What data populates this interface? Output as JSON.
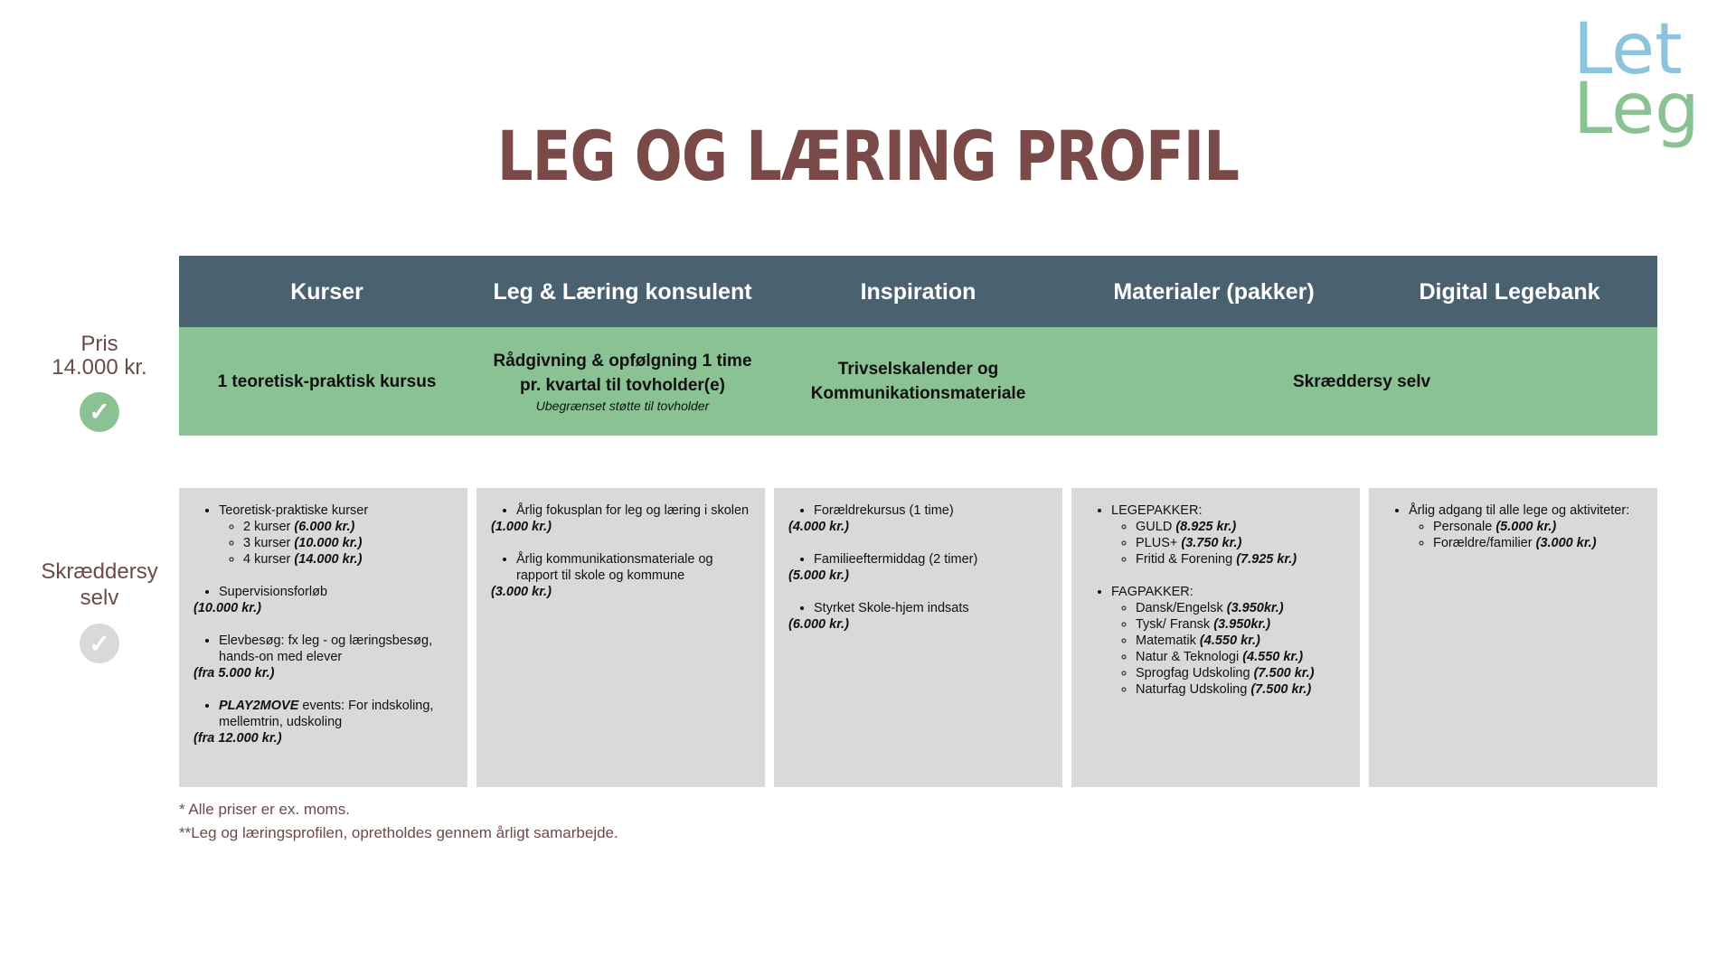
{
  "title": "LEG OG LÆRING PROFIL",
  "logo": {
    "line1": "Let",
    "line2": "Leg"
  },
  "columns": [
    "Kurser",
    "Leg & Læring konsulent",
    "Inspiration",
    "Materialer (pakker)",
    "Digital Legebank"
  ],
  "pris": {
    "label": "Pris",
    "amount": "14.000 kr.",
    "cells": [
      "1 teoretisk-praktisk kursus",
      "Rådgivning & opfølgning 1 time pr. kvartal til tovholder(e)",
      "Trivselskalender og Kommunikationsmateriale",
      "Skræddersy selv"
    ],
    "note": "Ubegrænset støtte til tovholder"
  },
  "custom": {
    "label": "Skræddersy selv",
    "kurser": {
      "i1": "Teoretisk-praktiske kurser",
      "s1": "2 kurser ",
      "s1p": "(6.000 kr.)",
      "s2": "3 kurser ",
      "s2p": "(10.000 kr.)",
      "s3": "4  kurser ",
      "s3p": "(14.000 kr.)",
      "i2": "Supervisionsforløb",
      "i2p": "(10.000 kr.)",
      "i3": "Elevbesøg: fx leg - og læringsbesøg, hands-on med elever",
      "i3p": "(fra 5.000 kr.)",
      "i4b": "PLAY2MOVE",
      "i4": " events:  For indskoling, mellemtrin, udskoling",
      "i4p": "(fra 12.000 kr.)"
    },
    "konsulent": {
      "i1": "Årlig fokusplan for leg og læring i skolen",
      "i1p": "(1.000 kr.)",
      "i2": "Årlig kommunikationsmateriale og rapport til skole og kommune",
      "i2p": "(3.000 kr.)"
    },
    "inspiration": {
      "i1": "Forældrekursus (1 time)",
      "i1p": "(4.000 kr.)",
      "i2": "Familieeftermiddag (2 timer)",
      "i2p": "(5.000 kr.)",
      "i3": "Styrket Skole-hjem indsats",
      "i3p": "(6.000 kr.)"
    },
    "materialer": {
      "h1": "LEGEPAKKER:",
      "a": [
        [
          "GULD ",
          "(8.925 kr.)"
        ],
        [
          "PLUS+ ",
          "(3.750 kr.)"
        ],
        [
          "Fritid & Forening ",
          "(7.925 kr.)"
        ]
      ],
      "h2": "FAGPAKKER:",
      "b": [
        [
          "Dansk/Engelsk ",
          "(3.950kr.)"
        ],
        [
          "Tysk/ Fransk ",
          "(3.950kr.)"
        ],
        [
          "Matematik ",
          "(4.550 kr.)"
        ],
        [
          "Natur & Teknologi ",
          "(4.550 kr.)"
        ],
        [
          "Sprogfag Udskoling ",
          "(7.500 kr.)"
        ],
        [
          "Naturfag Udskoling ",
          "(7.500 kr.)"
        ]
      ]
    },
    "legebank": {
      "i1": "Årlig adgang til alle lege og aktiviteter:",
      "s1": "Personale ",
      "s1p": "(5.000 kr.)",
      "s2": "Forældre/familier ",
      "s2p": "(3.000 kr.)"
    }
  },
  "footnotes": [
    "* Alle priser er ex. moms.",
    "**Leg og læringsprofilen, opretholdes gennem årligt samarbejde."
  ],
  "colors": {
    "header": "#4a6170",
    "green": "#8bc294",
    "panel": "#d9d9d9",
    "title": "#7a4a48"
  }
}
